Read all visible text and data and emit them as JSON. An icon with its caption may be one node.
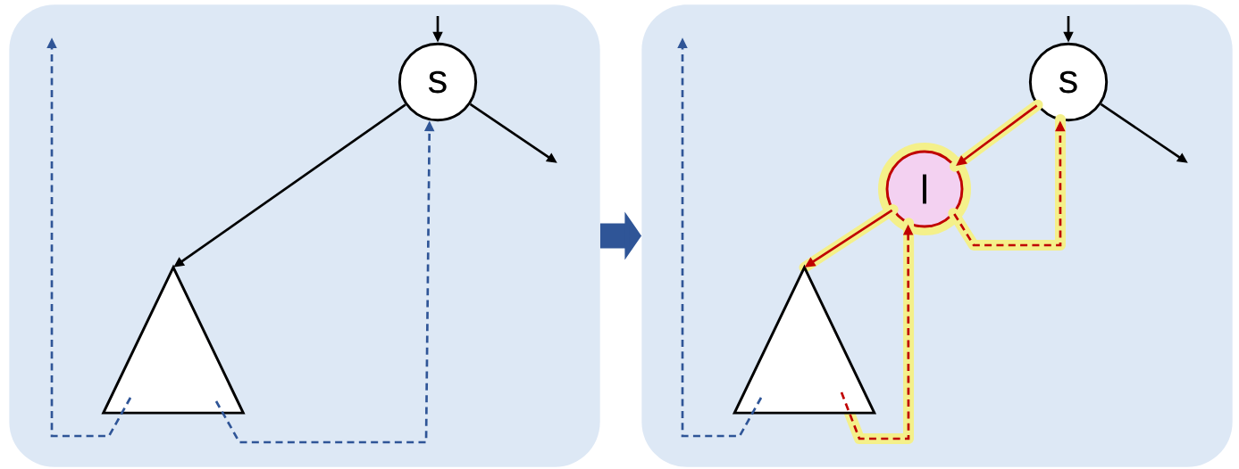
{
  "diagram": {
    "nodes": [
      {
        "text": [],
        "shape": "box"
      },
      {
        "text": [
          "s"
        ],
        "in": 0
      },
      {
        "text": [],
        "shape": "triangle",
        "in": 0
      },
      {
        "text": [],
        "shape": "box"
      },
      {
        "text": [
          "s"
        ],
        "in": 3
      },
      {
        "text": [
          "l"
        ],
        "in": 3
      },
      {
        "text": [],
        "shape": "triangle",
        "in": 3
      }
    ],
    "edges": [
      {
        "from": null,
        "to": 1,
        "arrow": "to"
      },
      {
        "from": 1,
        "to": null,
        "arrow": "to"
      },
      {
        "from": 1,
        "to": 2,
        "arrow": "to"
      },
      {
        "from": 2,
        "to": 1,
        "arrow": "to",
        "style": "dashed",
        "color": "#2f5597"
      },
      {
        "from": 2,
        "to": null,
        "arrow": "to",
        "style": "dashed",
        "color": "#2f5597"
      },
      {
        "from": 0,
        "to": 3,
        "arrow": "to",
        "style": "thick",
        "color": "#2f5597"
      },
      {
        "from": null,
        "to": 4,
        "arrow": "to"
      },
      {
        "from": 4,
        "to": null,
        "arrow": "to"
      },
      {
        "from": 4,
        "to": 5,
        "arrow": "to",
        "color": "#c00000"
      },
      {
        "from": 5,
        "to": 6,
        "arrow": "to",
        "color": "#c00000"
      },
      {
        "from": 6,
        "to": 5,
        "arrow": "to",
        "style": "dashed",
        "color": "#c00000"
      },
      {
        "from": 5,
        "to": 4,
        "arrow": "to",
        "style": "dashed",
        "color": "#c00000"
      },
      {
        "from": 6,
        "to": null,
        "arrow": "to",
        "style": "dashed",
        "color": "#2f5597"
      }
    ]
  }
}
